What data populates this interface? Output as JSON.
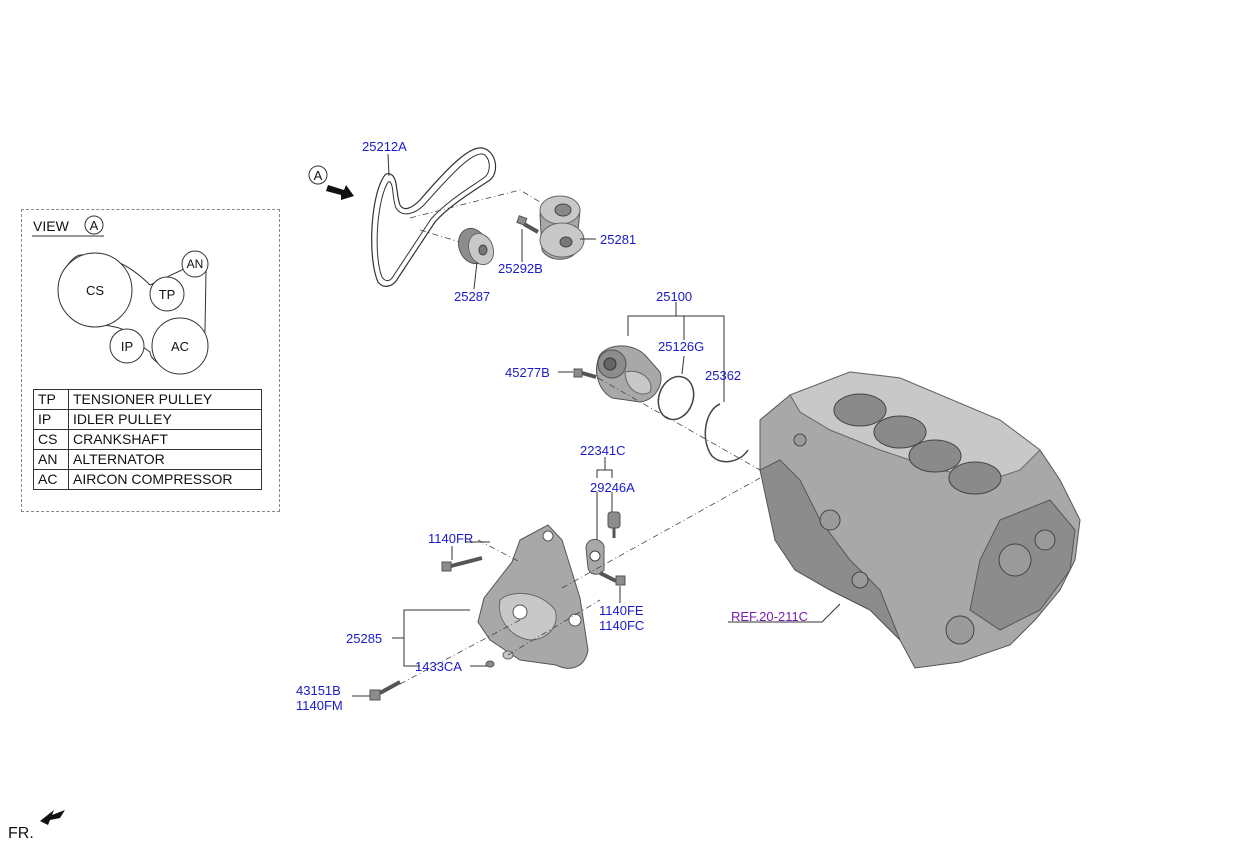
{
  "view_box": {
    "title": "VIEW",
    "marker": "A",
    "pulleys": [
      {
        "code": "CS"
      },
      {
        "code": "TP"
      },
      {
        "code": "AN"
      },
      {
        "code": "IP"
      },
      {
        "code": "AC"
      }
    ],
    "legend": [
      {
        "code": "TP",
        "name": "TENSIONER PULLEY"
      },
      {
        "code": "IP",
        "name": "IDLER PULLEY"
      },
      {
        "code": "CS",
        "name": "CRANKSHAFT"
      },
      {
        "code": "AN",
        "name": "ALTERNATOR"
      },
      {
        "code": "AC",
        "name": "AIRCON COMPRESSOR"
      }
    ]
  },
  "view_marker": "A",
  "part_labels": {
    "belt": "25212A",
    "tensioner": "25281",
    "tensioner_bolt": "25292B",
    "idler": "25287",
    "water_pump_assy": "25100",
    "gasket_g": "25126G",
    "gasket": "25362",
    "pump_bolt": "45277B",
    "sensor_a": "22341C",
    "sensor_b": "29246A",
    "bracket_bolt_top": "1140FR",
    "bracket_bolt_right_1": "1140FE",
    "bracket_bolt_right_2": "1140FC",
    "bracket": "25285",
    "dowel": "1433CA",
    "bracket_bolt_bottom_1": "43151B",
    "bracket_bolt_bottom_2": "1140FM"
  },
  "reference": "REF.20-211C",
  "front_label": "FR."
}
